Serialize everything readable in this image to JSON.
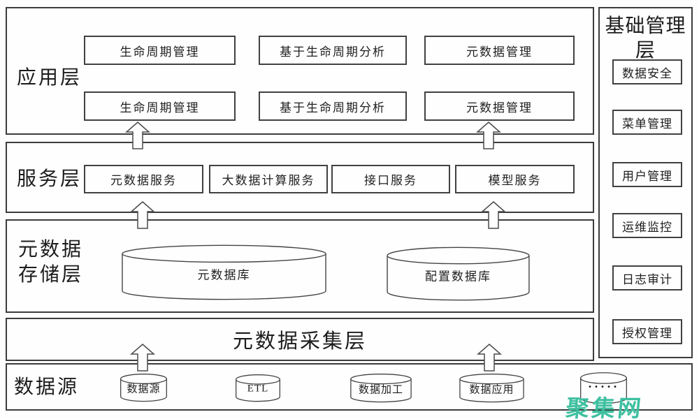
{
  "watermark": {
    "text": "聚集网",
    "color": "#3ec0a1"
  },
  "colors": {
    "border": "#3c3c3c",
    "text": "#222222",
    "watermark": "#3ec0a1",
    "background": "#fdfdfd"
  },
  "layers": {
    "application": {
      "label": "应用层",
      "rows": [
        [
          "生命周期管理",
          "基于生命周期分析",
          "元数据管理"
        ],
        [
          "生命周期管理",
          "基于生命周期分析",
          "元数据管理"
        ]
      ]
    },
    "service": {
      "label": "服务层",
      "boxes": [
        "元数据服务",
        "大数据计算服务",
        "接口服务",
        "模型服务"
      ]
    },
    "storage": {
      "label": "元数据存储层",
      "cylinders": [
        "元数据库",
        "配置数据库"
      ]
    },
    "collection": {
      "label": "元数据采集层"
    },
    "datasource": {
      "label": "数据源",
      "items": [
        "数据源",
        "ETL",
        "数据加工",
        "数据应用",
        "·····"
      ]
    },
    "management": {
      "title": "基础管理层",
      "items": [
        "数据安全",
        "菜单管理",
        "用户管理",
        "运维监控",
        "日志审计",
        "授权管理"
      ]
    }
  }
}
